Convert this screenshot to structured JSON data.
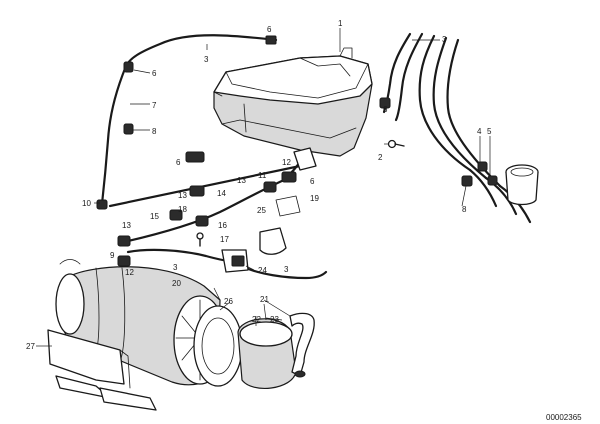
{
  "diagram": {
    "document_number": "00002365",
    "callouts": {
      "c1": "1",
      "c2": "2",
      "c3a": "3",
      "c3b": "3",
      "c3c": "3",
      "c3d": "3",
      "c4": "4",
      "c5": "5",
      "c6a": "6",
      "c6b": "6",
      "c6c": "6",
      "c6d": "6",
      "c7": "7",
      "c8a": "8",
      "c8b": "8",
      "c9": "9",
      "c10": "10",
      "c11": "11",
      "c12a": "12",
      "c12b": "12",
      "c13a": "13",
      "c13b": "13",
      "c13c": "13",
      "c14": "14",
      "c15": "15",
      "c16": "16",
      "c17": "17",
      "c18": "18",
      "c19": "19",
      "c20": "20",
      "c21": "21",
      "c22": "22",
      "c23": "23",
      "c24": "24",
      "c25": "25",
      "c26": "26",
      "c27": "27"
    }
  }
}
